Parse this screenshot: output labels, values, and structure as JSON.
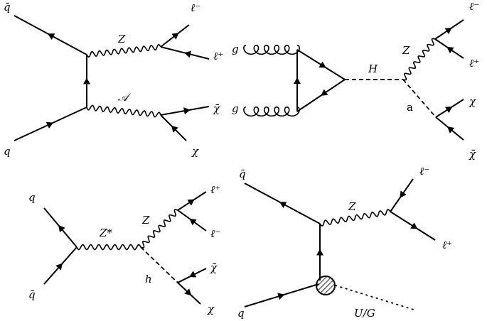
{
  "d1": {
    "qbar": "q̄",
    "q": "q",
    "Z": "Z",
    "A": "𝒜",
    "lminus": "ℓ⁻",
    "lplus": "ℓ⁺",
    "chibar": "χ̄",
    "chi": "χ"
  },
  "d2": {
    "g1": "g",
    "g2": "g",
    "H": "H",
    "Z": "Z",
    "a": "a",
    "lminus": "ℓ⁻",
    "lplus": "ℓ⁺",
    "chi": "χ",
    "chibar": "χ̄"
  },
  "d3": {
    "q": "q",
    "qbar": "q̄",
    "Zstar": "Z*",
    "Z": "Z",
    "h": "h",
    "lplus": "ℓ⁺",
    "lminus": "ℓ⁻",
    "chibar": "χ̄",
    "chi": "χ"
  },
  "d4": {
    "qbar": "q̄",
    "q": "q",
    "Z": "Z",
    "lminus": "ℓ⁻",
    "lplus": "ℓ⁺",
    "UG": "U/G"
  }
}
